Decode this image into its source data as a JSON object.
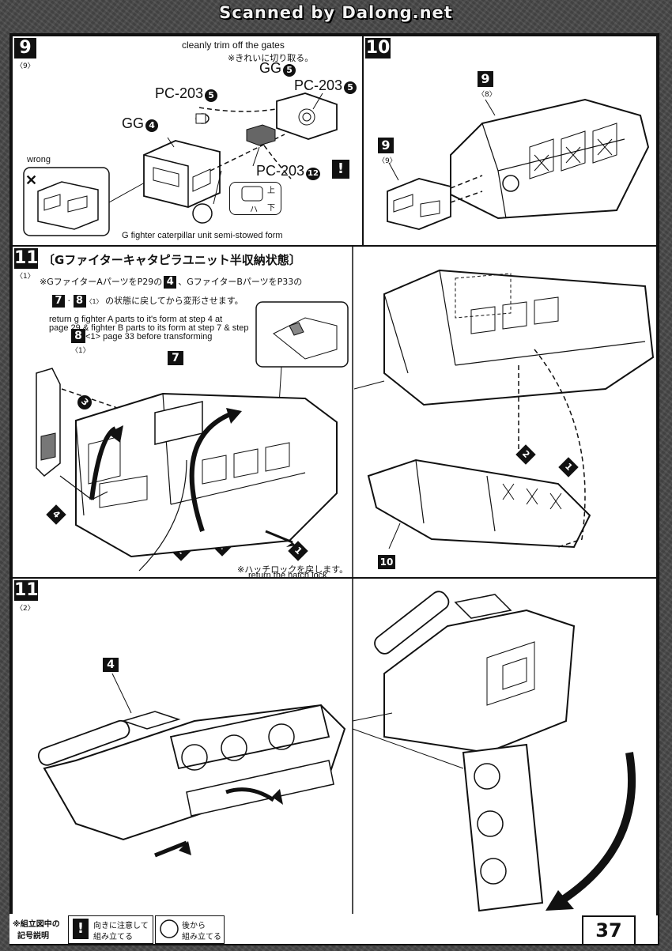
{
  "header": {
    "watermark": "Scanned by Dalong.net"
  },
  "step9": {
    "num": "9",
    "sub": "〈9〉",
    "trim_en": "cleanly trim off the gates",
    "trim_jp": "※きれいに切り取る。",
    "gg5": "GG",
    "gg5_circ": "5",
    "pc203_5_top": "PC-203",
    "pc203_5_top_circ": "5",
    "pc203_5_left": "PC-203",
    "pc203_5_left_circ": "5",
    "gg4": "GG",
    "gg4_circ": "4",
    "pc203_12": "PC-203",
    "pc203_12_circ": "12",
    "warn": "!",
    "wrong": "wrong",
    "x_mark": "✕",
    "orient_up": "上",
    "orient_down": "下",
    "orient_mark": "ハ",
    "caption": "G fighter caterpillar unit semi-stowed form"
  },
  "step10": {
    "num": "10",
    "ref_top_num": "9",
    "ref_top_sub": "〈8〉",
    "ref_left_num": "9",
    "ref_left_sub": "〈9〉"
  },
  "step11a": {
    "num": "11",
    "sub": "〈1〉",
    "title_jp": "〔Gファイターキャタピラユニット半収納状態〕",
    "note_jp_1a": "※GファイターAパーツをP29の",
    "note_jp_1_box": "4",
    "note_jp_1b": "、GファイターBパーツをP33の",
    "note_jp_2_box1": "7",
    "note_jp_2_box2": "8",
    "note_jp_2_box2_sub": "〈1〉",
    "note_jp_2": "の状態に戻してから変形させます。",
    "note_en_1": "return g fighter A parts to it's form at step 4 at",
    "note_en_2": "page 29 & fighter B parts to its form at step 7 & step",
    "note_en_3": "8<1> page 33 before transforming",
    "ref8": "8",
    "ref8_sub": "〈1〉",
    "ref7": "7",
    "ref10": "10",
    "n1": "1",
    "n2": "2",
    "n3": "3",
    "n4": "4",
    "hatch_jp": "※ハッチロックを戻します。",
    "hatch_en": "return the hatch lock"
  },
  "step11b": {
    "num": "11",
    "sub": "〈2〉",
    "ref4": "4"
  },
  "footer": {
    "legend_title_1": "※組立図中の",
    "legend_title_2": "記号説明",
    "legend1_1": "向きに注意して",
    "legend1_2": "組み立てる",
    "legend2_1": "後から",
    "legend2_2": "組み立てる",
    "page": "37"
  }
}
